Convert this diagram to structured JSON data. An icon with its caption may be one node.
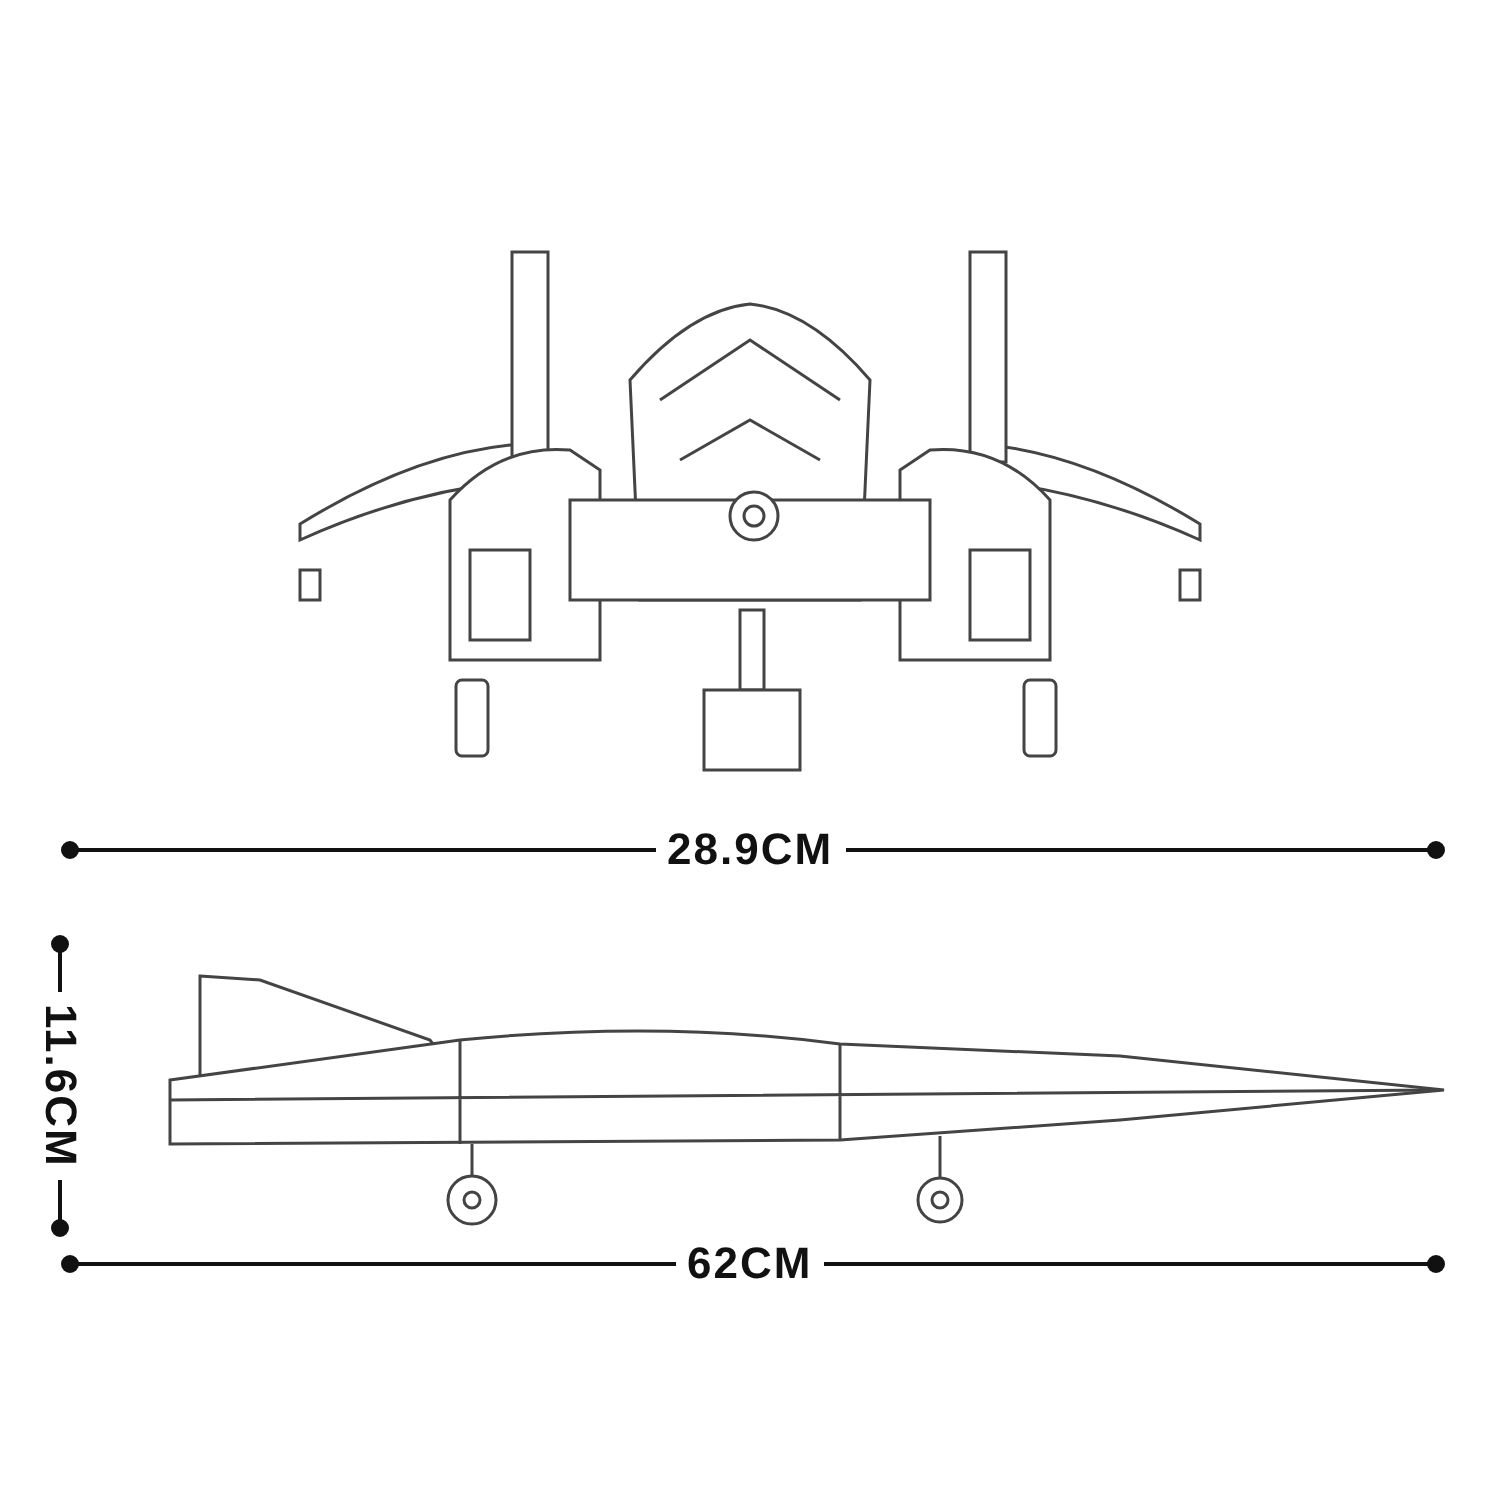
{
  "diagram": {
    "labels": [
      "28.9CM",
      "11.6CM",
      "62CM"
    ]
  }
}
